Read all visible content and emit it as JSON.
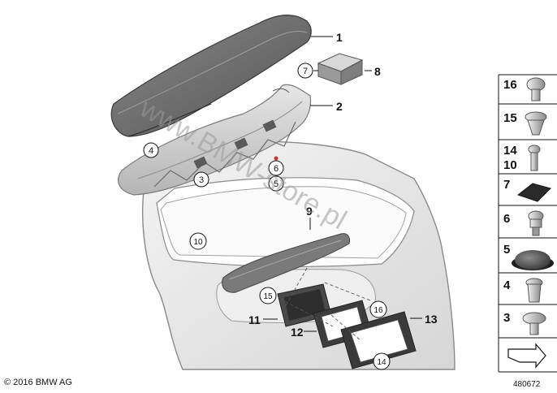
{
  "watermark": "www.BMW-store.pl",
  "copyright": "© 2016 BMW AG",
  "image_id": "480672",
  "callouts": {
    "c1": "1",
    "c2": "2",
    "c3": "3",
    "c4": "4",
    "c5": "5",
    "c6": "6",
    "c7": "7",
    "c8": "8",
    "c9": "9",
    "c10": "10",
    "c11": "11",
    "c12": "12",
    "c13": "13",
    "c14": "14",
    "c15": "15",
    "c16": "16"
  },
  "legend": {
    "l16": "16",
    "l15": "15",
    "l14": "14",
    "l10": "10",
    "l7": "7",
    "l6": "6",
    "l5": "5",
    "l4": "4",
    "l3": "3"
  }
}
